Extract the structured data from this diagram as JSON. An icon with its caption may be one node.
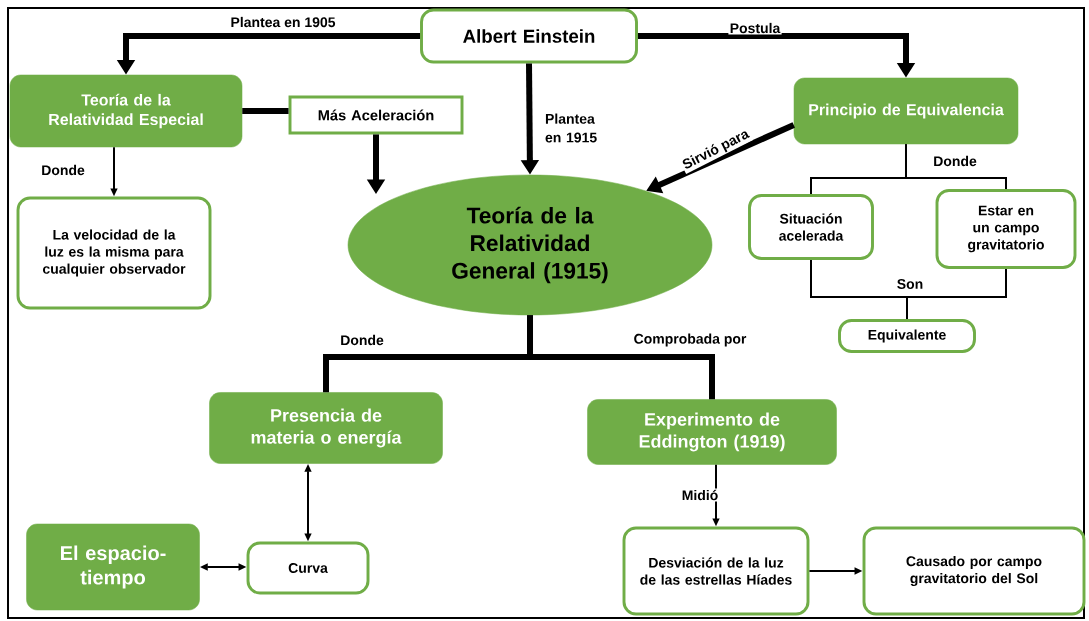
{
  "diagram": {
    "nodes": [
      {
        "text": [
          "Albert Einstein"
        ]
      },
      {
        "text": [
          "Teoría de la Relatividad Especial"
        ]
      },
      {
        "text": [
          "Más Aceleración"
        ]
      },
      {
        "text": [
          "La velocidad de la luz es la misma para cualquier observador"
        ]
      },
      {
        "text": [
          "Principio de Equivalencia"
        ]
      },
      {
        "text": [
          "Teoría de la Relatividad General (1915)"
        ]
      },
      {
        "text": [
          "Situación acelerada"
        ]
      },
      {
        "text": [
          "Estar en un campo gravitatorio"
        ]
      },
      {
        "text": [
          "Equivalente"
        ]
      },
      {
        "text": [
          "Presencia de materia o energía"
        ]
      },
      {
        "text": [
          "Experimento de Eddington (1919)"
        ]
      },
      {
        "text": [
          "El espacio-tiempo"
        ]
      },
      {
        "text": [
          "Curva"
        ]
      },
      {
        "text": [
          "Desviación de la luz de las estrellas Híades"
        ]
      },
      {
        "text": [
          "Causado por campo gravitatorio del Sol"
        ]
      }
    ],
    "edges": [
      {
        "from": 0,
        "to": 1,
        "arrow": "to",
        "label": "Plantea en 1905",
        "style": "thick"
      },
      {
        "from": 0,
        "to": 4,
        "arrow": "to",
        "label": "Postula",
        "style": "thick"
      },
      {
        "from": 0,
        "to": 5,
        "arrow": "to",
        "label": "Plantea en 1915",
        "style": "thick"
      },
      {
        "from": 1,
        "to": 2,
        "arrow": "none",
        "style": "thick"
      },
      {
        "from": 2,
        "to": 5,
        "arrow": "to",
        "style": "thick"
      },
      {
        "from": 1,
        "to": 3,
        "arrow": "to",
        "label": "Donde"
      },
      {
        "from": 4,
        "to": 5,
        "arrow": "to",
        "label": "Sirvió para",
        "style": "thick"
      },
      {
        "from": 4,
        "to": 6,
        "arrow": "none",
        "label": "Donde"
      },
      {
        "from": 4,
        "to": 7,
        "arrow": "none"
      },
      {
        "from": 6,
        "to": 8,
        "arrow": "none",
        "label": "Son"
      },
      {
        "from": 7,
        "to": 8,
        "arrow": "none"
      },
      {
        "from": 5,
        "to": 9,
        "arrow": "none",
        "label": "Donde",
        "style": "thick"
      },
      {
        "from": 5,
        "to": 10,
        "arrow": "none",
        "label": "Comprobada por",
        "style": "thick"
      },
      {
        "from": 10,
        "to": 13,
        "arrow": "to",
        "label": "Midió"
      },
      {
        "from": 9,
        "to": 12,
        "arrow": "both"
      },
      {
        "from": 11,
        "to": 12,
        "arrow": "both"
      },
      {
        "from": 13,
        "to": 14,
        "arrow": "to"
      }
    ]
  }
}
